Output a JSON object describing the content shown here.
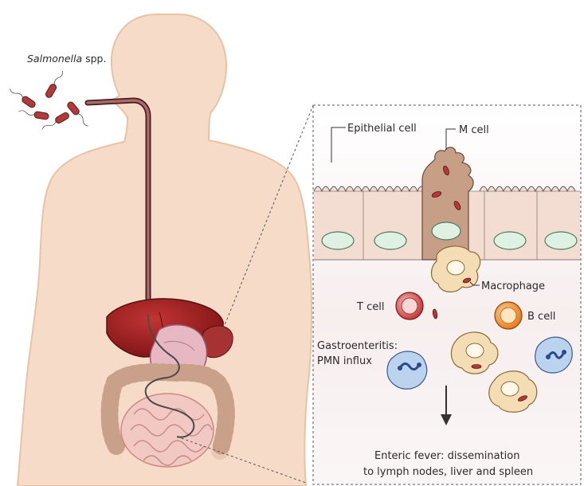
{
  "labels": {
    "pathogen_genus": "Salmonella",
    "pathogen_suffix": " spp.",
    "epithelial_cell": "Epithelial cell",
    "m_cell": "M cell",
    "macrophage": "Macrophage",
    "t_cell": "T cell",
    "b_cell": "B cell",
    "gastroenteritis_line1": "Gastroenteritis:",
    "gastroenteritis_line2": "PMN influx",
    "enteric_line1": "Enteric fever: dissemination",
    "enteric_line2": "to lymph nodes, liver and spleen"
  },
  "colors": {
    "body": "#f6dcc8",
    "body_outline": "#e9c2a6",
    "liver": "#9b1c1c",
    "stomach": "#e7b7c4",
    "intestine": "#f1c8c2",
    "bacteria": "#b23a3a",
    "epithelium": "#f3ddd2",
    "m_cell": "#c79f86",
    "nucleus": "#dff1e3",
    "macrophage": "#f4dcb5",
    "t_cell": "#d44a4a",
    "b_cell": "#f08a2c",
    "pmn": "#bcd3ef"
  }
}
